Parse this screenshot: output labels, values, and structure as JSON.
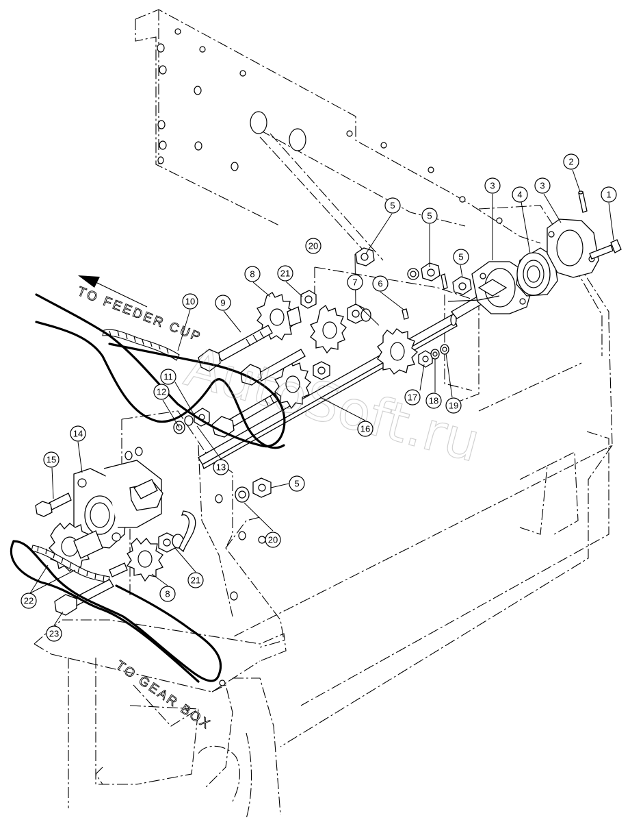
{
  "annotations": {
    "to_feeder_cup": "TO FEEDER CUP",
    "to_gear_box": "TO GEAR BOX"
  },
  "watermark": "AutoSoft.ru",
  "callouts": {
    "c1": "1",
    "c2": "2",
    "c3a": "3",
    "c3b": "3",
    "c4": "4",
    "c5a": "5",
    "c5b": "5",
    "c5c": "5",
    "c5d": "5",
    "c6": "6",
    "c7": "7",
    "c8a": "8",
    "c8b": "8",
    "c9": "9",
    "c10": "10",
    "c11": "11",
    "c12": "12",
    "c13": "13",
    "c14": "14",
    "c15": "15",
    "c16": "16",
    "c17": "17",
    "c18": "18",
    "c19": "19",
    "c20a": "20",
    "c20b": "20",
    "c21a": "21",
    "c21b": "21",
    "c22": "22",
    "c23": "23"
  }
}
